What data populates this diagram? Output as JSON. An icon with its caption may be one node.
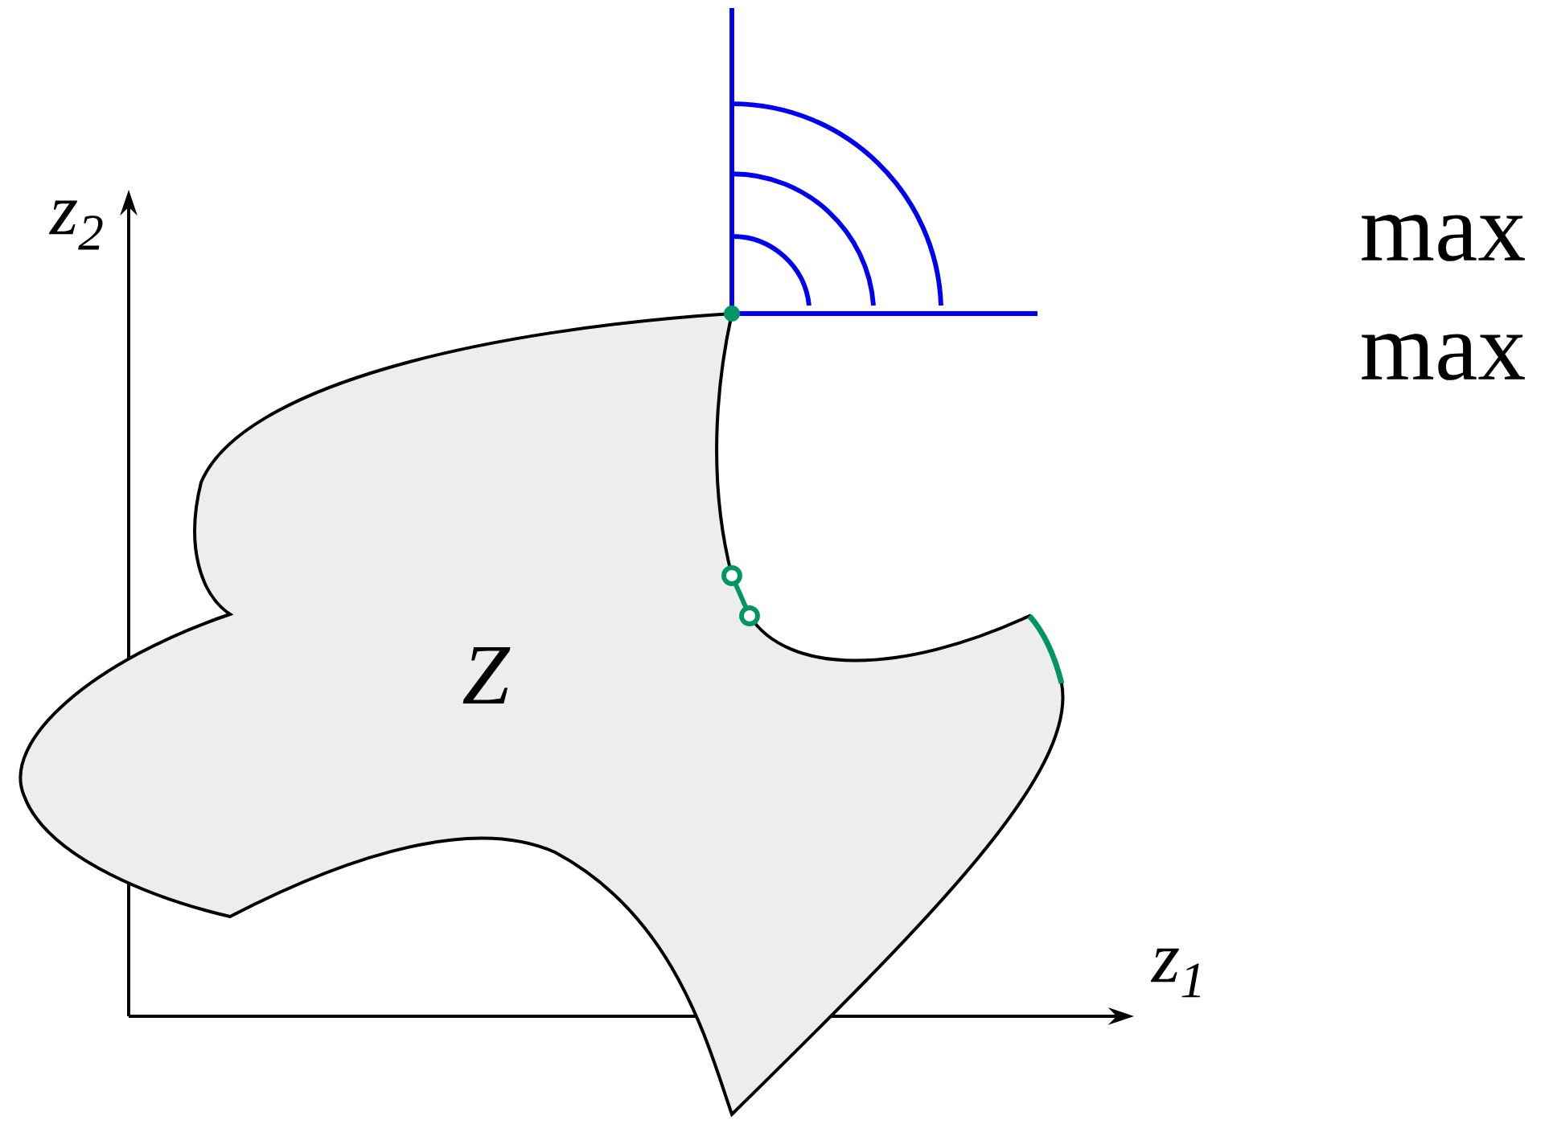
{
  "diagram": {
    "nodes": [
      {
        "text": [
          "Z"
        ]
      }
    ],
    "labels": [
      "z$_{2}$",
      "z$_{1}$",
      "max",
      "max"
    ]
  }
}
